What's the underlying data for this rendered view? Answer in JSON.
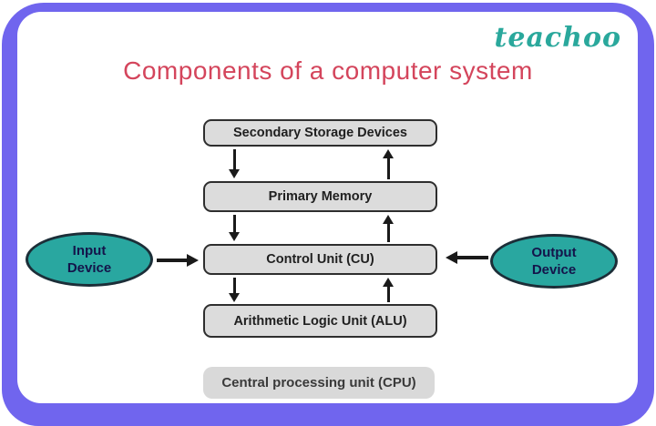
{
  "brand": {
    "logo": "teachoo"
  },
  "title": "Components of a computer system",
  "diagram": {
    "boxes": {
      "secondary_storage": "Secondary Storage Devices",
      "primary_memory": "Primary Memory",
      "control_unit": "Control Unit (CU)",
      "alu": "Arithmetic Logic Unit (ALU)",
      "cpu": "Central processing unit (CPU)"
    },
    "ellipses": {
      "input": {
        "line1": "Input",
        "line2": "Device"
      },
      "output": {
        "line1": "Output",
        "line2": "Device"
      }
    },
    "colors": {
      "frame_purple": "#7065ee",
      "title_red": "#d4455c",
      "logo_teal": "#2aa89c",
      "ellipse_teal": "#29a7a0",
      "box_gray": "#dcdcdc",
      "arrow_black": "#1a1a1a"
    }
  }
}
